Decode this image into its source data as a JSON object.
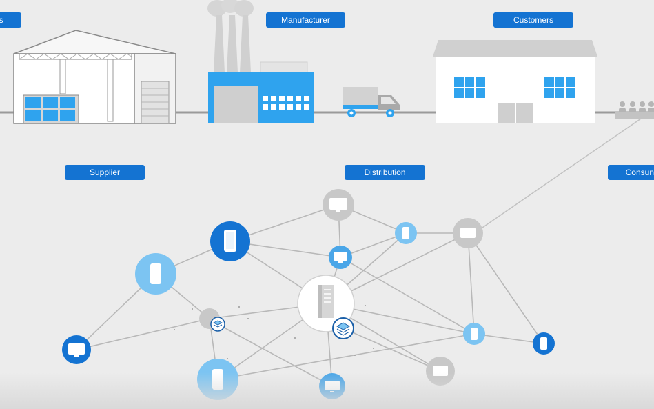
{
  "colors": {
    "background": "#ececec",
    "label_bg": "#1473d2",
    "dark_blue": "#1473d2",
    "light_blue": "#7cc4f2",
    "mid_blue": "#4aa6e8",
    "grey_node": "#c8c8c8",
    "line": "#b8b8b8",
    "factory_blue": "#2fa3ee"
  },
  "top_labels": {
    "raw_materials": "ls",
    "manufacturer": "Manufacturer",
    "customers": "Customers"
  },
  "mid_labels": {
    "supplier": "Supplier",
    "distribution": "Distribution",
    "consumer": "Consun"
  },
  "icons": {
    "warehouse": "warehouse-icon",
    "factory": "factory-icon",
    "truck": "truck-icon",
    "store": "store-icon",
    "people": "people-icon",
    "server": "server-icon",
    "device": "device-icon",
    "monitor": "monitor-icon",
    "layers": "layers-icon"
  }
}
